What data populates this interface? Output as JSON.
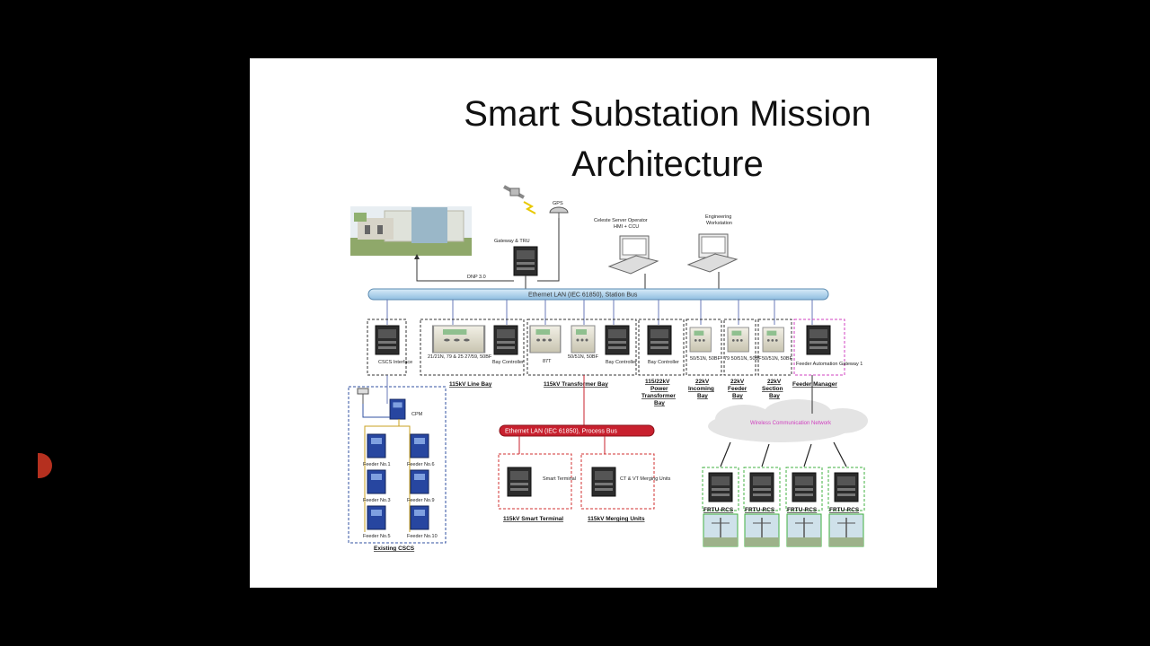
{
  "slide": {
    "title_line1": "Smart Substation Mission",
    "title_line2": "Architecture"
  },
  "diagram": {
    "top_labels": {
      "gps": "GPS",
      "gateway": "Gateway & TRU",
      "dnp": "DNP 3.0",
      "server_line1": "Celeste Server Operator",
      "server_line2": "HMI + CCU",
      "eng_line1": "Engineering",
      "eng_line2": "Workstation"
    },
    "station_bus": "Ethernet LAN (IEC 61850), Station Bus",
    "process_bus": "Ethernet LAN (IEC 61850), Process Bus",
    "wireless": "Wireless Communication Network",
    "device_labels": {
      "cscs_interface": "CSCS Interface",
      "line_relay": "21/21N, 79 & 25 27/59, 50BF",
      "line_bay_ctrl": "Bay Controller",
      "t87": "87T",
      "t5051": "50/51N, 50BF",
      "tx_bay_ctrl": "Bay Controller",
      "ptx_bay_ctrl": "Bay Controller",
      "inc_relay": "50/51N, 50BF",
      "feed_relay": "79 50/51N, 50BF",
      "sec_relay": "50/51N, 50BF",
      "fag": "Feeder Automation Gateway 1",
      "cpm": "CPM",
      "smart_terminal": "Smart Terminal",
      "merging_units": "CT & VT Merging Units"
    },
    "bays": {
      "line_bay": "115kV Line Bay",
      "transformer_bay": "115kV Transformer Bay",
      "power_tx_l1": "115/22kV",
      "power_tx_l2": "Power",
      "power_tx_l3": "Transformer",
      "power_tx_l4": "Bay",
      "incoming_l1": "22kV",
      "incoming_l2": "Incoming",
      "incoming_l3": "Bay",
      "feeder_l1": "22kV",
      "feeder_l2": "Feeder",
      "feeder_l3": "Bay",
      "section_l1": "22kV",
      "section_l2": "Section",
      "section_l3": "Bay",
      "feeder_manager": "Feeder Manager",
      "existing_cscs": "Existing CSCS",
      "smart_terminal_bay": "115kV Smart Terminal",
      "merging_units_bay": "115kV Merging Units"
    },
    "feeders": [
      "Feeder No.1",
      "Feeder No.6",
      "Feeder No.3",
      "Feeder No.9",
      "Feeder No.5",
      "Feeder No.10"
    ],
    "frtu": [
      "FRTU-RCS",
      "FRTU-RCS",
      "FRTU-RCS",
      "FRTU-RCS"
    ],
    "colors": {
      "station_bus": "#a9cde8",
      "process_bus": "#c8202e",
      "cscs_box": "#3050a0",
      "magenta_box": "#d040c0",
      "green_box": "#40b040",
      "red_box": "#d03030"
    }
  }
}
